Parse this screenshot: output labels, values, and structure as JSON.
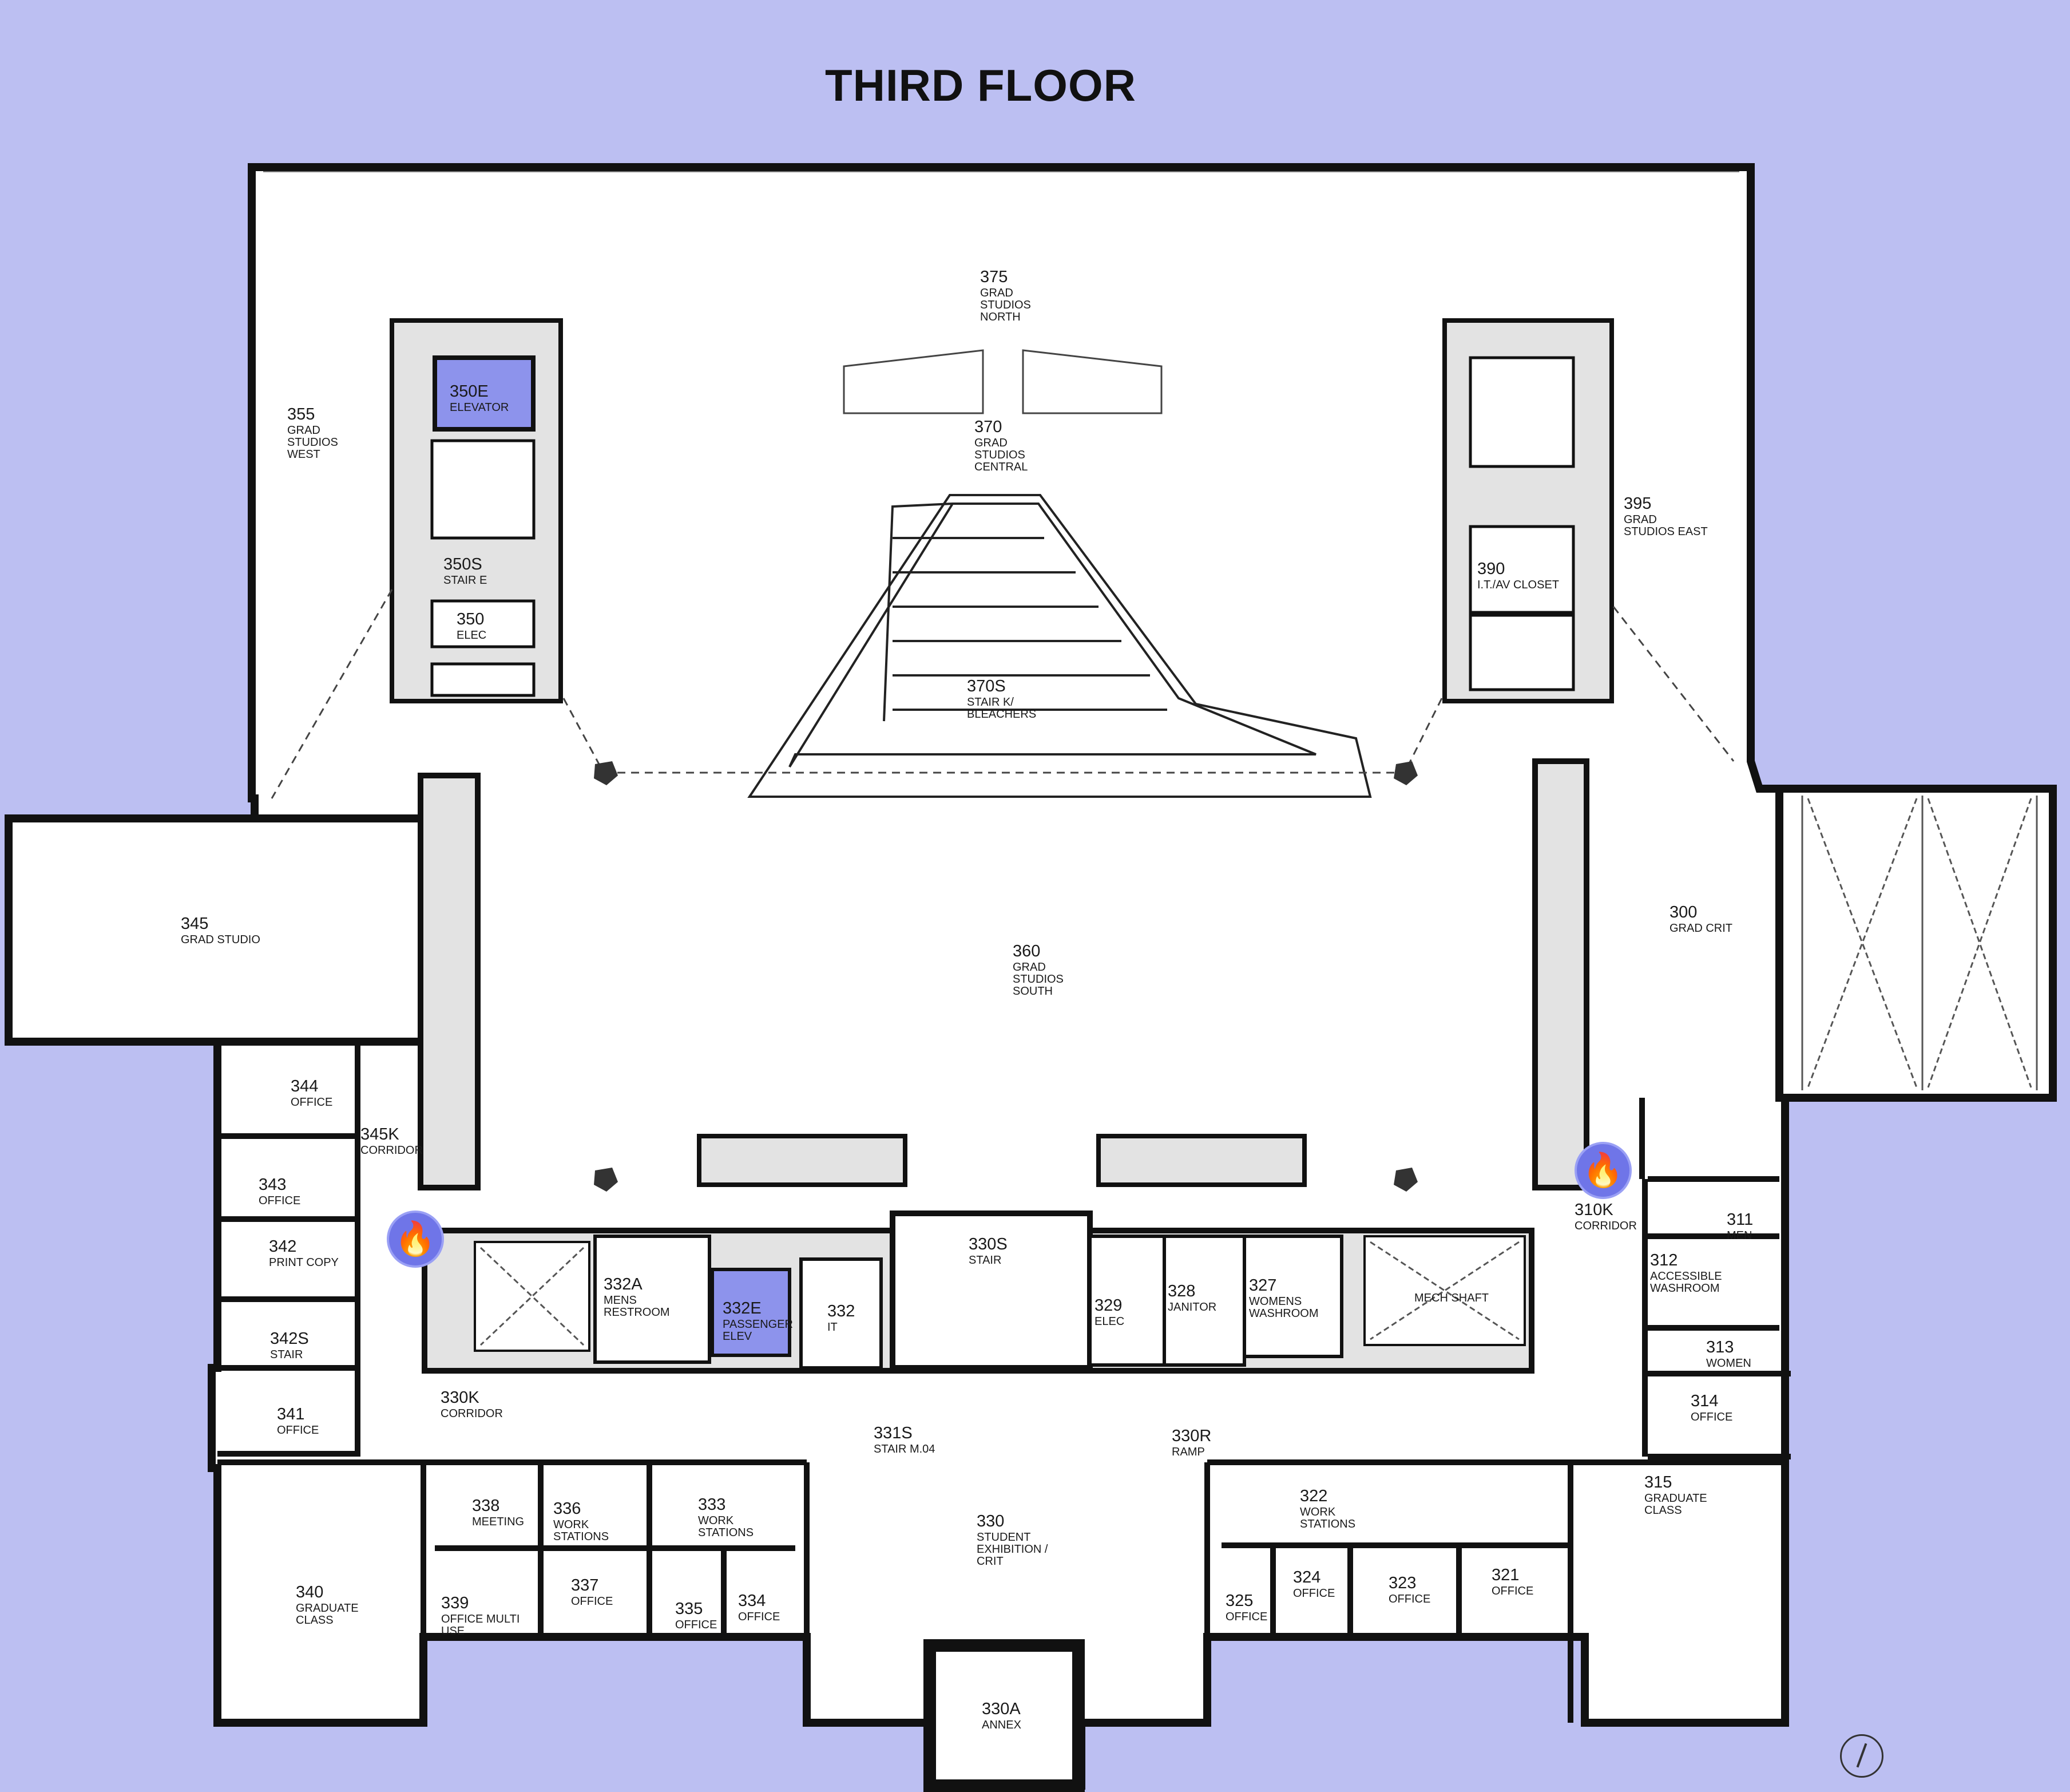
{
  "title": "THIRD FLOOR",
  "colors": {
    "background": "#bcbff2",
    "floor": "#ffffff",
    "wall": "#111111",
    "service": "#e3e3e3",
    "elevator_highlight": "#8d93ec",
    "fire_marker": "#6f75e8"
  },
  "markers": {
    "fire_icon": "🔥",
    "fire_1_label": "fire-extinguisher",
    "fire_2_label": "fire-extinguisher"
  },
  "rooms": {
    "r375": {
      "number": "375",
      "name": "GRAD\nSTUDIOS\nNORTH"
    },
    "r370": {
      "number": "370",
      "name": "GRAD\nSTUDIOS\nCENTRAL"
    },
    "r355": {
      "number": "355",
      "name": "GRAD\nSTUDIOS\nWEST"
    },
    "r350E": {
      "number": "350E",
      "name": "ELEVATOR"
    },
    "r350S": {
      "number": "350S",
      "name": "STAIR E"
    },
    "r350": {
      "number": "350",
      "name": "ELEC"
    },
    "r395": {
      "number": "395",
      "name": "GRAD\nSTUDIOS EAST"
    },
    "r390": {
      "number": "390",
      "name": "I.T./AV CLOSET"
    },
    "r370S": {
      "number": "370S",
      "name": "STAIR K/\nBLEACHERS"
    },
    "r345": {
      "number": "345",
      "name": "GRAD STUDIO"
    },
    "r360": {
      "number": "360",
      "name": "GRAD\nSTUDIOS\nSOUTH"
    },
    "r300": {
      "number": "300",
      "name": "GRAD CRIT"
    },
    "r344": {
      "number": "344",
      "name": "OFFICE"
    },
    "r345K": {
      "number": "345K",
      "name": "CORRIDOR"
    },
    "r343": {
      "number": "343",
      "name": "OFFICE"
    },
    "r342": {
      "number": "342",
      "name": "PRINT COPY"
    },
    "r342S": {
      "number": "342S",
      "name": "STAIR"
    },
    "r341": {
      "number": "341",
      "name": "OFFICE"
    },
    "r332A": {
      "number": "332A",
      "name": "MENS\nRESTROOM"
    },
    "r332E": {
      "number": "332E",
      "name": "PASSENGER\nELEV"
    },
    "r332": {
      "number": "332",
      "name": "IT"
    },
    "r330S": {
      "number": "330S",
      "name": "STAIR"
    },
    "r329": {
      "number": "329",
      "name": "ELEC"
    },
    "r328": {
      "number": "328",
      "name": "JANITOR"
    },
    "r327": {
      "number": "327",
      "name": "WOMENS\nWASHROOM"
    },
    "mech": {
      "number": "",
      "name": "MECH SHAFT"
    },
    "r310K": {
      "number": "310K",
      "name": "CORRIDOR"
    },
    "r311": {
      "number": "311",
      "name": "MEN"
    },
    "r312": {
      "number": "312",
      "name": "ACCESSIBLE\nWASHROOM"
    },
    "r313": {
      "number": "313",
      "name": "WOMEN"
    },
    "r314": {
      "number": "314",
      "name": "OFFICE"
    },
    "r330K": {
      "number": "330K",
      "name": "CORRIDOR"
    },
    "r331S": {
      "number": "331S",
      "name": "STAIR M.04"
    },
    "r330R": {
      "number": "330R",
      "name": "RAMP"
    },
    "r338": {
      "number": "338",
      "name": "MEETING"
    },
    "r336": {
      "number": "336",
      "name": "WORK\nSTATIONS"
    },
    "r333": {
      "number": "333",
      "name": "WORK\nSTATIONS"
    },
    "r330": {
      "number": "330",
      "name": "STUDENT\nEXHIBITION /\nCRIT"
    },
    "r322": {
      "number": "322",
      "name": "WORK\nSTATIONS"
    },
    "r315": {
      "number": "315",
      "name": "GRADUATE\nCLASS"
    },
    "r340": {
      "number": "340",
      "name": "GRADUATE\nCLASS"
    },
    "r339": {
      "number": "339",
      "name": "OFFICE MULTI\nUSE"
    },
    "r337": {
      "number": "337",
      "name": "OFFICE"
    },
    "r335": {
      "number": "335",
      "name": "OFFICE"
    },
    "r334": {
      "number": "334",
      "name": "OFFICE"
    },
    "r325": {
      "number": "325",
      "name": "OFFICE"
    },
    "r324": {
      "number": "324",
      "name": "OFFICE"
    },
    "r323": {
      "number": "323",
      "name": "OFFICE"
    },
    "r321": {
      "number": "321",
      "name": "OFFICE"
    },
    "r330A": {
      "number": "330A",
      "name": "ANNEX"
    }
  }
}
